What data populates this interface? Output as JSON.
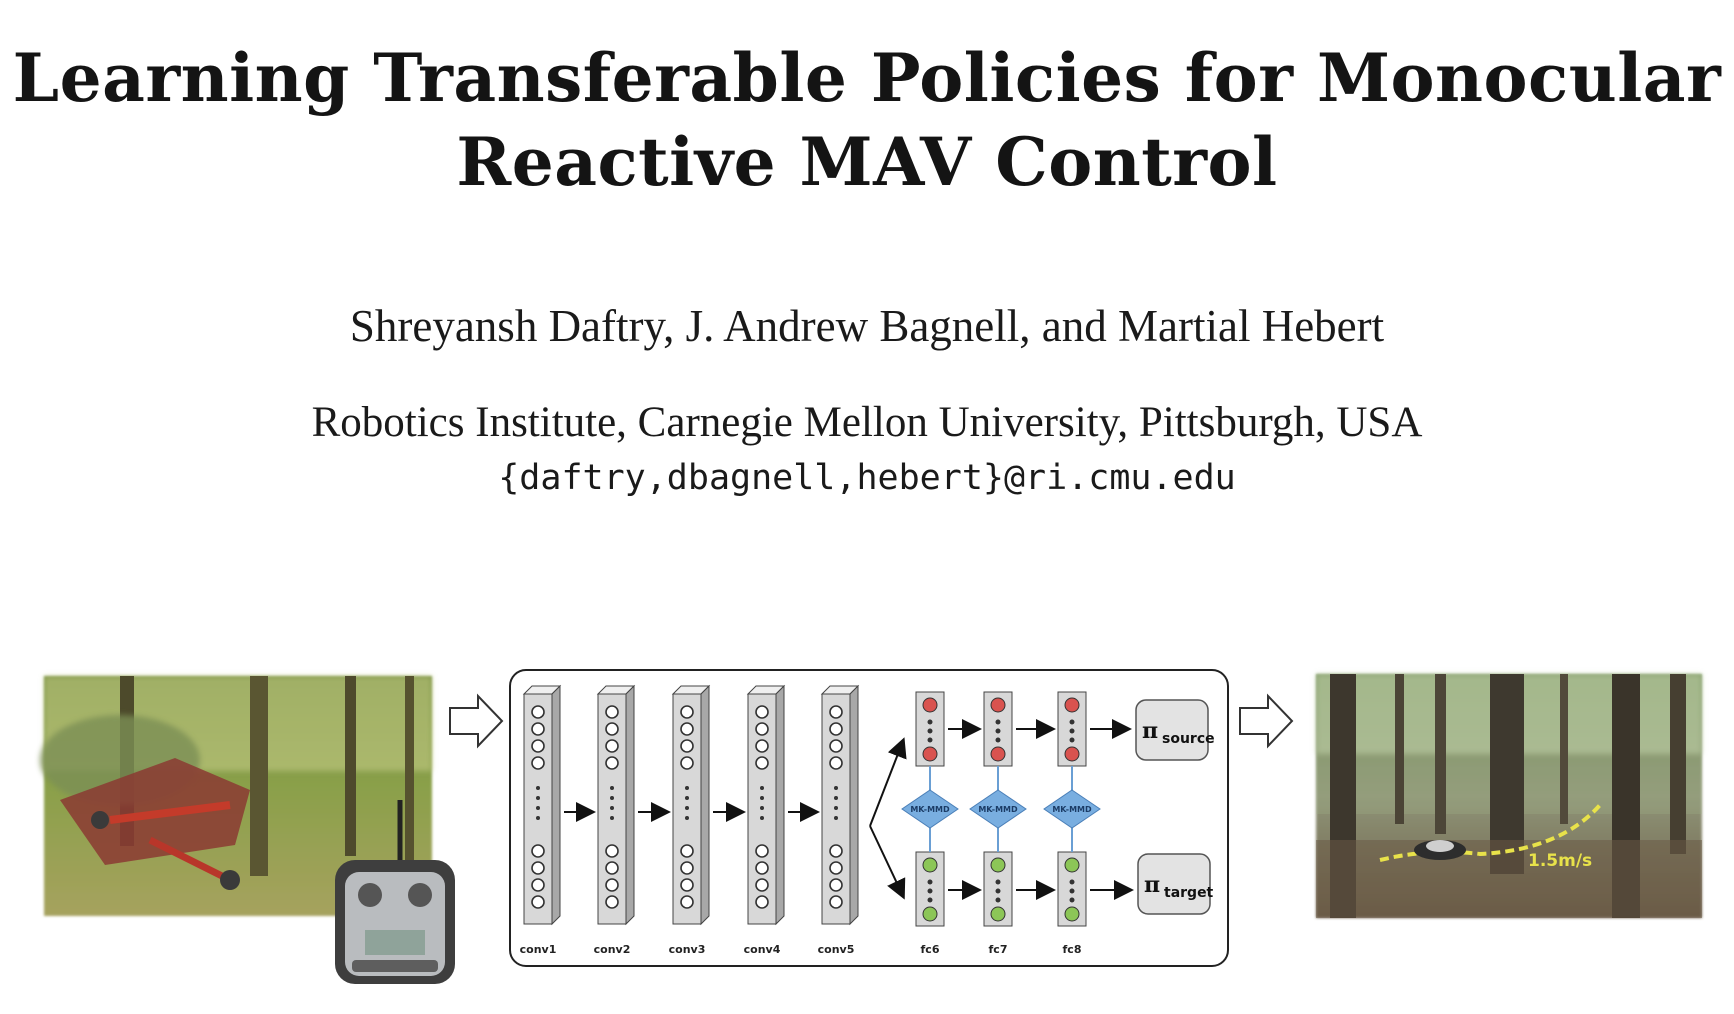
{
  "paper": {
    "title_line1": "Learning Transferable Policies for Monocular",
    "title_line2": "Reactive MAV Control",
    "authors": "Shreyansh Daftry, J. Andrew Bagnell, and Martial Hebert",
    "affiliation": "Robotics Institute, Carnegie Mellon University, Pittsburgh, USA",
    "email": "{daftry,dbagnell,hebert}@ri.cmu.edu"
  },
  "figure": {
    "conv_layers": [
      "conv1",
      "conv2",
      "conv3",
      "conv4",
      "conv5"
    ],
    "fc_layers": [
      "fc6",
      "fc7",
      "fc8"
    ],
    "mmd_label": "MK-MMD",
    "pi_symbol": "π",
    "policy_source_sub": "source",
    "policy_target_sub": "target",
    "speed_annotation": "1.5m/s",
    "colors": {
      "source_node": "#d9534f",
      "target_node": "#8cc657",
      "mmd_diamond": "#79aee0",
      "layer_fill": "#d8d8d8"
    }
  }
}
